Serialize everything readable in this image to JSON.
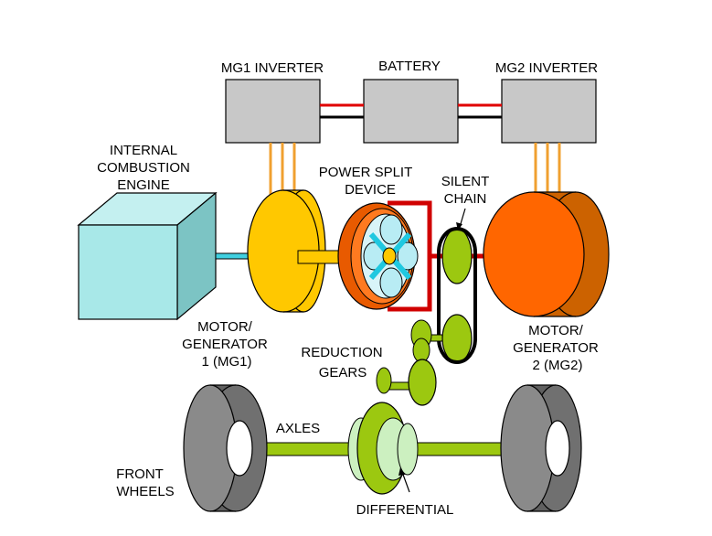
{
  "labels": {
    "mg1_inverter": "MG1 INVERTER",
    "battery": "BATTERY",
    "mg2_inverter": "MG2 INVERTER",
    "ice": [
      "INTERNAL",
      "COMBUSTION",
      "ENGINE"
    ],
    "power_split": [
      "POWER SPLIT",
      "DEVICE"
    ],
    "silent_chain": [
      "SILENT",
      "CHAIN"
    ],
    "mg1": [
      "MOTOR/",
      "GENERATOR",
      "1 (MG1)"
    ],
    "mg2": [
      "MOTOR/",
      "GENERATOR",
      "2 (MG2)"
    ],
    "reduction_gears": [
      "REDUCTION",
      "GEARS"
    ],
    "axles": "AXLES",
    "front_wheels": [
      "FRONT",
      "WHEELS"
    ],
    "differential": "DIFFERENTIAL"
  },
  "colors": {
    "inverter_fill": "#c8c8c8",
    "battery_link_positive": "#e00000",
    "battery_link_negative": "#000000",
    "cable": "#f0a030",
    "engine_front": "#a8e8e8",
    "engine_side": "#7cc4c4",
    "shaft_cyan": "#40d0e0",
    "mg1_yellow": "#ffc800",
    "mg2_orange": "#ff6600",
    "power_split_orange": "#e85a00",
    "gear_green": "#9cc810",
    "differential_light": "#ccf0c0",
    "wheel_gray": "#808080",
    "red_link": "#d00000"
  }
}
